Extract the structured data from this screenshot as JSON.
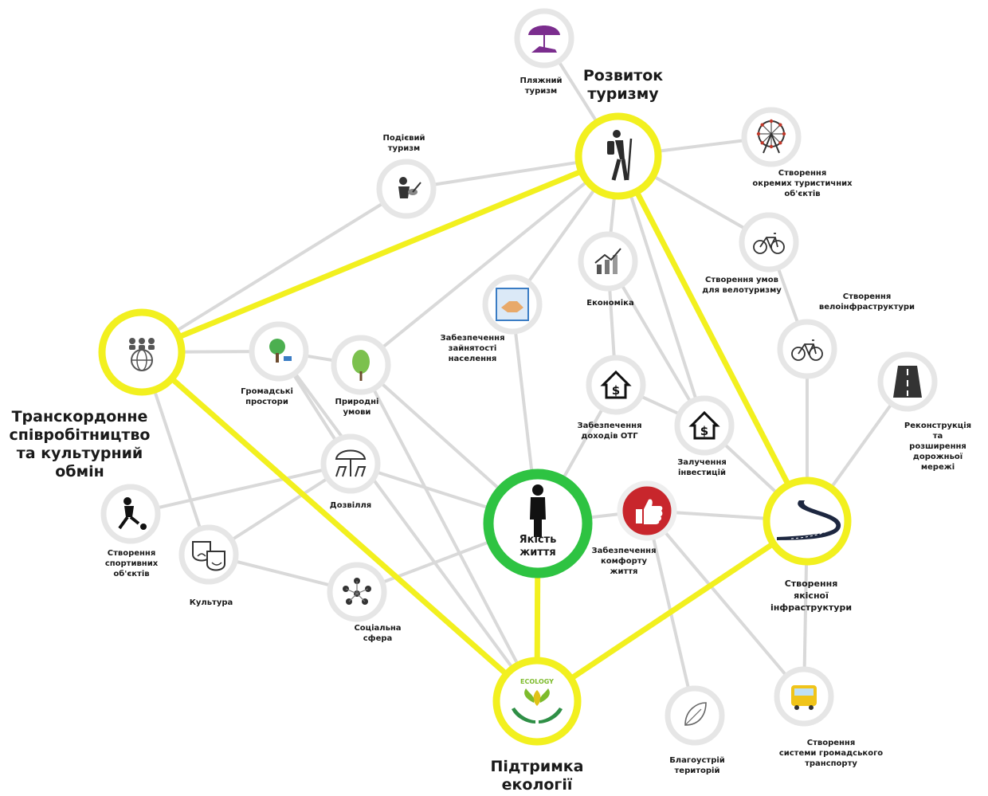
{
  "colors": {
    "edge": "#d9d9d9",
    "main_edge": "#f2f01f",
    "main_ring": "#f2f01f",
    "center_ring": "#2ec342",
    "node_ring": "#e6e6e6",
    "text": "#1a1a1a"
  },
  "nodes": {
    "tourism": {
      "label": "Розвиток\nтуризму",
      "icon": "hiker-icon"
    },
    "crossborder": {
      "label": "Транскордонне\nспівробітництво\nта культурний\nобмін",
      "icon": "people-globe-icon"
    },
    "infra": {
      "label": "Створення\nякісної\nінфраструктури",
      "icon": "road-icon"
    },
    "ecology": {
      "label": "Підтримка\nекології",
      "icon": "ecology-hands-icon"
    },
    "quality": {
      "label": "Якість\nжиття",
      "icon": "person-icon"
    },
    "beach": {
      "label": "Пляжний\nтуризм",
      "icon": "beach-umbrella-icon"
    },
    "event": {
      "label": "Подієвий\nтуризм",
      "icon": "guitarist-icon"
    },
    "attractions": {
      "label": "Створення\nокремих туристичних\nоб'єктів",
      "icon": "ferris-wheel-icon"
    },
    "bike_tour": {
      "label": "Створення умов\nдля велотуризму",
      "icon": "bicycle-icon"
    },
    "bike_infra": {
      "label": "Створення\nвелоінфраструктури",
      "icon": "bicycle-icon"
    },
    "roads": {
      "label": "Реконструкція та\nрозширення\nдорожньої мережі",
      "icon": "road-lanes-icon"
    },
    "economy": {
      "label": "Економіка",
      "icon": "growth-chart-icon"
    },
    "employment": {
      "label": "Забезпечення\nзайнятості\nнаселення",
      "icon": "handshake-icon"
    },
    "income": {
      "label": "Забезпечення\nдоходів ОТГ",
      "icon": "house-dollar-icon"
    },
    "investment": {
      "label": "Залучення\nінвестицій",
      "icon": "house-dollar-icon"
    },
    "public_spaces": {
      "label": "Громадські\nпростори",
      "icon": "park-tree-icon"
    },
    "nature": {
      "label": "Природні\nумови",
      "icon": "tree-icon"
    },
    "leisure": {
      "label": "Дозвілля",
      "icon": "picnic-icon"
    },
    "sport": {
      "label": "Створення\nспортивних\nоб'єктів",
      "icon": "football-player-icon"
    },
    "culture": {
      "label": "Культура",
      "icon": "theater-masks-icon"
    },
    "social": {
      "label": "Соціальна\nсфера",
      "icon": "social-network-icon"
    },
    "comfort": {
      "label": "Забезпечення\nкомфорту\nжиття",
      "icon": "thumbs-up-icon"
    },
    "landscaping": {
      "label": "Благоустрій\nтериторій",
      "icon": "leaf-icon"
    },
    "transport": {
      "label": "Створення\nсистеми громадського\nтранспорту",
      "icon": "bus-icon"
    }
  },
  "ecology_badge": "ECOLOGY"
}
